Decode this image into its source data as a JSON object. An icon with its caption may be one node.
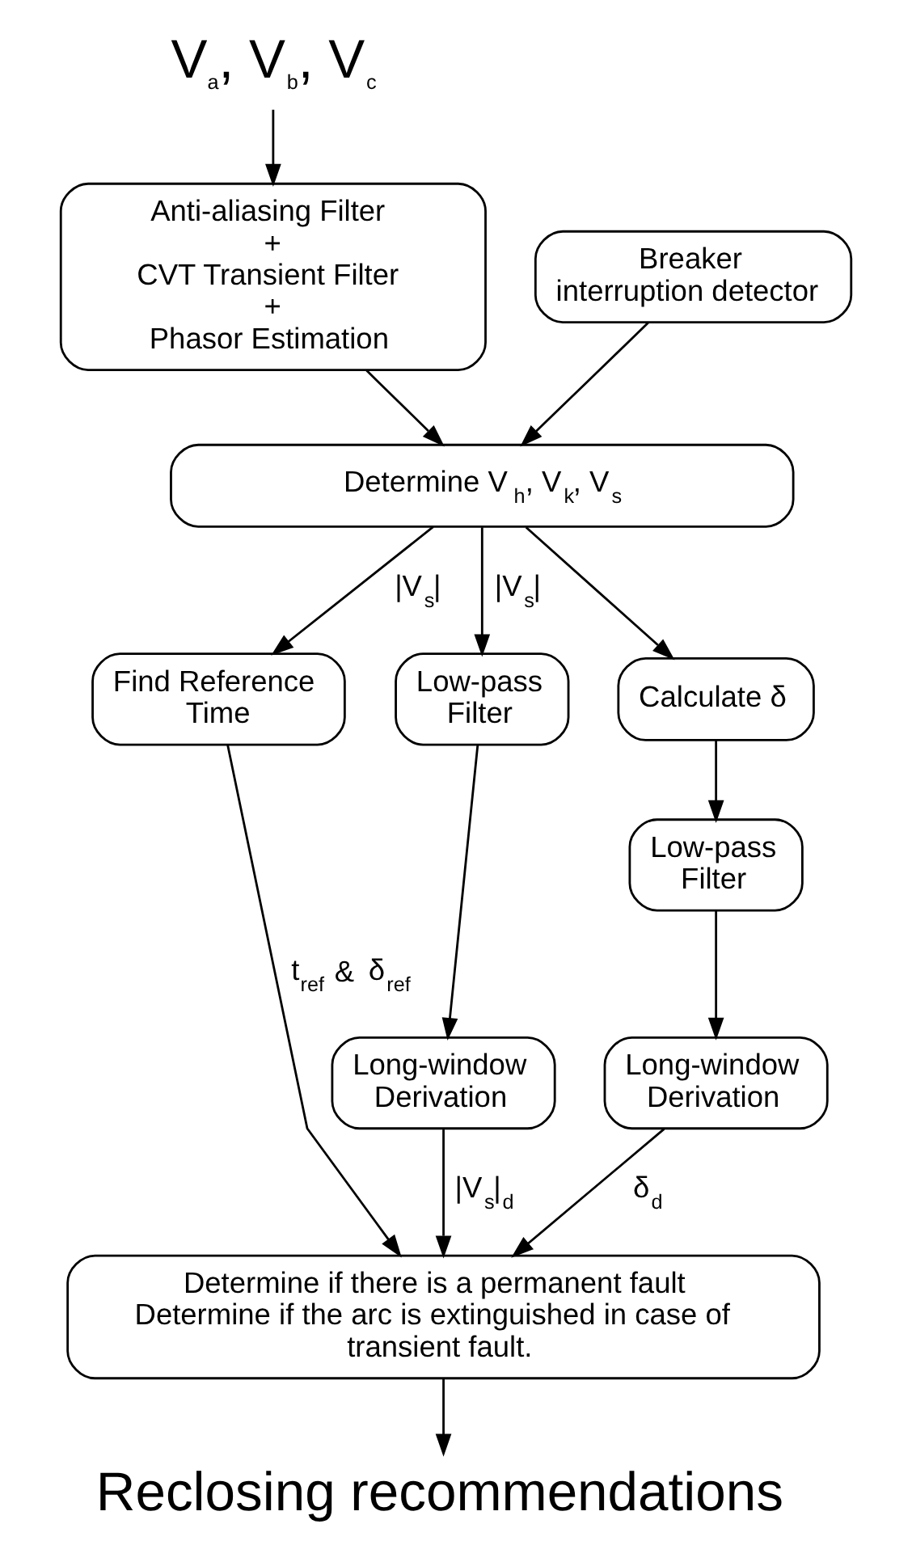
{
  "diagram": {
    "nodes": [
      {
        "text": [
          "V$_{a}$, V$_{b}$, V$_{c}$"
        ]
      },
      {
        "text": [
          "Anti-aliasing Filter + CVT Transient Filter + Phasor Estimation"
        ]
      },
      {
        "text": [
          "Breaker interruption detector"
        ]
      },
      {
        "text": [
          "Determine V$_{h}$, V$_{k}$, V$_{s}$"
        ]
      },
      {
        "text": [
          "Find Reference Time"
        ]
      },
      {
        "text": [
          "Low-pass Filter"
        ]
      },
      {
        "text": [
          "Calculate δ"
        ]
      },
      {
        "text": [
          "Low-pass Filter"
        ]
      },
      {
        "text": [
          "Long-window Derivation"
        ]
      },
      {
        "text": [
          "Long-window Derivation"
        ]
      },
      {
        "text": [
          "Determine if there is a permanent fault Determine if the arc is extinguished in case of transient fault."
        ]
      },
      {
        "text": [
          "Reclosing recommendations"
        ]
      }
    ],
    "edges": [
      {
        "from": 0,
        "to": 1,
        "arrow": "to"
      },
      {
        "from": 1,
        "to": 3,
        "arrow": "to"
      },
      {
        "from": 2,
        "to": 3,
        "arrow": "to"
      },
      {
        "from": 3,
        "to": 4,
        "arrow": "to",
        "label": "|V$_{s}$|"
      },
      {
        "from": 3,
        "to": 5,
        "arrow": "to",
        "label": "|V$_{s}$|"
      },
      {
        "from": 3,
        "to": 6,
        "arrow": "to"
      },
      {
        "from": 6,
        "to": 7,
        "arrow": "to"
      },
      {
        "from": 5,
        "to": 8,
        "arrow": "to"
      },
      {
        "from": 7,
        "to": 9,
        "arrow": "to"
      },
      {
        "from": 4,
        "to": 10,
        "arrow": "to",
        "label": "t$_{ref}$ & δ$_{ref}$"
      },
      {
        "from": 8,
        "to": 10,
        "arrow": "to",
        "label": "|V$_{s}$|$_{d}$"
      },
      {
        "from": 9,
        "to": 10,
        "arrow": "to",
        "label": "δ$_{d}$"
      },
      {
        "from": 10,
        "to": 11,
        "arrow": "to"
      }
    ]
  }
}
